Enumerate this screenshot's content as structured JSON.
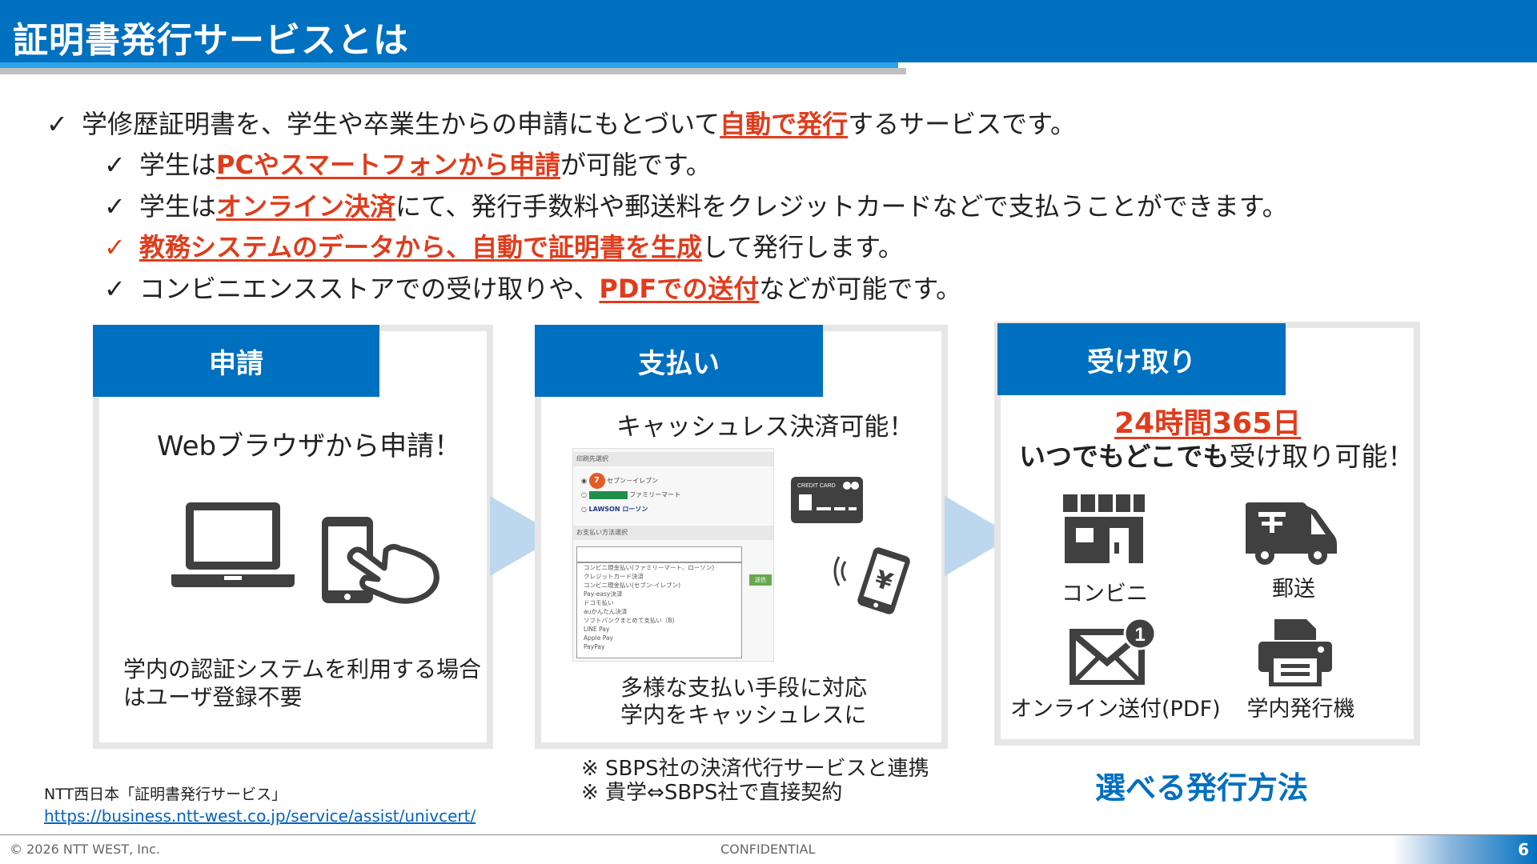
{
  "header": {
    "title": "証明書発行サービスとは"
  },
  "bullets": [
    {
      "pre": "学修歴証明書を、学生や卒業生からの申請にもとづいて",
      "hl": "自動で発行",
      "post": "するサービスです。"
    },
    {
      "pre": "学生は",
      "hl": "PCやスマートフォンから申請",
      "post": "が可能です。"
    },
    {
      "pre": "学生は",
      "hl": "オンライン決済",
      "post": "にて、発行手数料や郵送料をクレジットカードなどで支払うことができます。"
    },
    {
      "pre": "",
      "hl": "教務システムのデータから、自動で証明書を生成",
      "post": "して発行します。"
    },
    {
      "pre": "コンビニエンスストアでの受け取りや、",
      "hl": "PDFでの送付",
      "post": "などが可能です。"
    }
  ],
  "check": "✓",
  "panel1": {
    "tab": "申請",
    "headline": "Webブラウザから申請！",
    "note1": "学内の認証システムを利用する場合",
    "note2": "はユーザ登録不要"
  },
  "panel2": {
    "tab": "支払い",
    "headline": "キャッシュレス決済可能！",
    "note1": "多様な支払い手段に対応",
    "note2": "学内をキャッシュレスに",
    "card_label": "CREDIT CARD",
    "yen": "¥",
    "mock": {
      "bar1": "印刷先選択",
      "stores": [
        "セブン－イレブン",
        "ファミリーマート",
        "LAWSON ローソン"
      ],
      "bar2": "お支払い方法選択",
      "btn": "送信",
      "options": [
        "コンビニ現金払い(ファミリーマート、ローソン)",
        "クレジットカード決済",
        "コンビニ現金払い(セブン-イレブン)",
        "Pay-easy決済",
        "ドコモ払い",
        "auかんたん決済",
        "ソフトバンクまとめて支払い（B)",
        "LINE Pay",
        "Apple Pay",
        "PayPay"
      ]
    }
  },
  "panel3": {
    "tab": "受け取り",
    "hl": "24時間365日",
    "line_bold": "いつでもどこでも",
    "line_rest": "受け取り可能！",
    "methods": [
      "コンビニ",
      "郵送",
      "オンライン送付(PDF)",
      "学内発行機"
    ],
    "badge": "1"
  },
  "notes": [
    "※ SBPS社の決済代行サービスと連携",
    "※ 貴学⇔SBPS社で直接契約"
  ],
  "caption": "選べる発行方法",
  "source": {
    "label": "NTT西日本「証明書発行サービス」",
    "url": "https://business.ntt-west.co.jp/service/assist/univcert/"
  },
  "footer": {
    "copyright": "© 2026  NTT WEST, Inc.",
    "confidential": "CONFIDENTIAL",
    "page": "6"
  },
  "colors": {
    "brand": "#0070c0",
    "accent": "#e03c1c",
    "arrow": "#bdd7ee"
  }
}
